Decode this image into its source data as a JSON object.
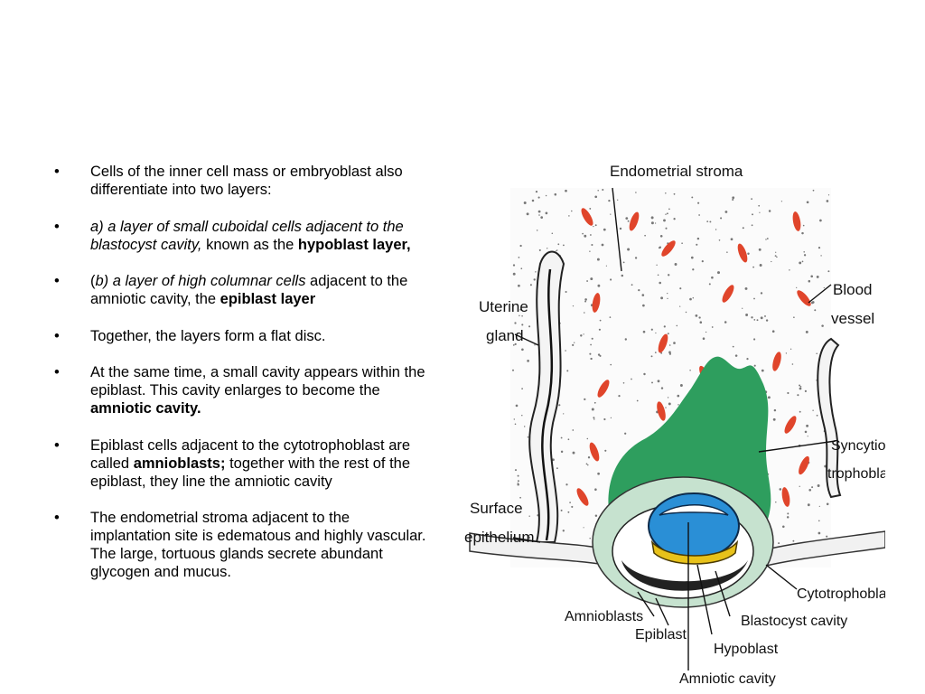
{
  "bullets": [
    {
      "id": "inner-cell-mass",
      "parts": [
        {
          "t": "Cells of the inner cell mass or embryoblast also differentiate into two layers:",
          "s": "n"
        }
      ]
    },
    {
      "id": "hypoblast",
      "parts": [
        {
          "t": "a) a layer of small cuboidal cells adjacent to the blastocyst cavity,",
          "s": "i"
        },
        {
          "t": " known as the ",
          "s": "n"
        },
        {
          "t": "hypoblast layer,",
          "s": "b"
        }
      ]
    },
    {
      "id": "epiblast",
      "parts": [
        {
          "t": "(",
          "s": "n"
        },
        {
          "t": "b) a layer of high columnar cells",
          "s": "i"
        },
        {
          "t": " adjacent to the amniotic cavity, the ",
          "s": "n"
        },
        {
          "t": "epiblast layer",
          "s": "b"
        }
      ]
    },
    {
      "id": "flat-disc",
      "parts": [
        {
          "t": "Together, the layers form a flat disc.",
          "s": "n"
        }
      ]
    },
    {
      "id": "amniotic-cavity",
      "parts": [
        {
          "t": "At the same time, a small cavity appears within the epiblast. This cavity enlarges to become the ",
          "s": "n"
        },
        {
          "t": "amniotic cavity.",
          "s": "b"
        }
      ]
    },
    {
      "id": "amnioblasts",
      "parts": [
        {
          "t": "Epiblast cells adjacent to the cytotrophoblast are called ",
          "s": "n"
        },
        {
          "t": "amnioblasts;",
          "s": "b"
        },
        {
          "t": " together with the rest of the epiblast, they line the amniotic cavity",
          "s": "n"
        }
      ]
    },
    {
      "id": "endometrial-stroma",
      "parts": [
        {
          "t": "The endometrial stroma adjacent to the implantation site is edematous and highly vascular. The large, tortuous glands secrete abundant glycogen and mucus.",
          "s": "n"
        }
      ]
    }
  ],
  "bullet_symbol": "•",
  "diagram": {
    "labels": {
      "endometrial_stroma": "Endometrial stroma",
      "uterine_1": "Uterine",
      "uterine_2": "gland",
      "blood_1": "Blood",
      "blood_2": "vessel",
      "syncytio_1": "Syncytio-",
      "syncytio_2": "trophoblast",
      "surface_1": "Surface",
      "surface_2": "epithelium",
      "cytotrophoblast": "Cytotrophoblast",
      "amnioblasts": "Amnioblasts",
      "blastocyst_cavity": "Blastocyst cavity",
      "epiblast": "Epiblast",
      "hypoblast": "Hypoblast",
      "amniotic_cavity": "Amniotic cavity"
    },
    "colors": {
      "syncytiotrophoblast": "#2e9e5e",
      "cytotrophoblast": "#c6e2cf",
      "epiblast": "#2a8fd6",
      "hypoblast": "#e8c21a",
      "blood": "#e0452b",
      "stroma_dots": "#777777"
    }
  }
}
